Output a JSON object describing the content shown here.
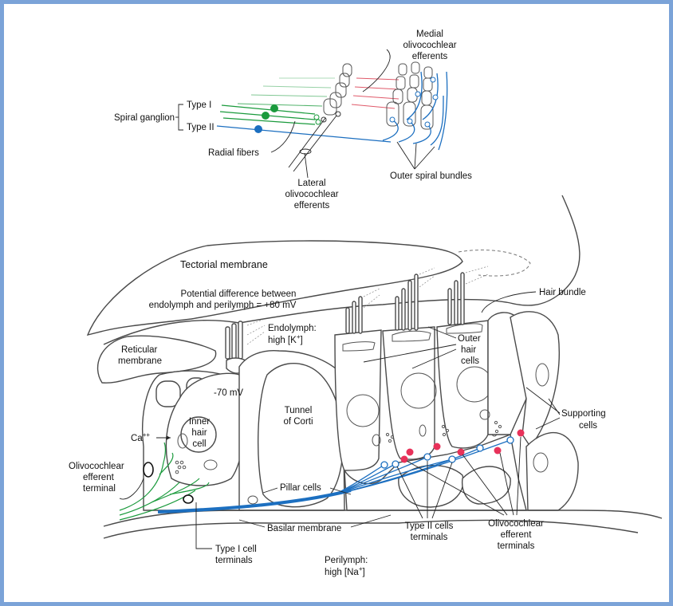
{
  "labels": {
    "medial_olivocochlear_efferents": [
      "Medial",
      "olivocochlear",
      "efferents"
    ],
    "spiral_ganglion": "Spiral ganglion",
    "type_i": "Type I",
    "type_ii": "Type II",
    "radial_fibers": "Radial fibers",
    "lateral_olivocochlear_efferents": [
      "Lateral",
      "olivocochlear",
      "efferents"
    ],
    "outer_spiral_bundles": "Outer spiral bundles",
    "tectorial_membrane": "Tectorial membrane",
    "potential_difference": [
      "Potential difference between",
      "endolymph and perilymph = +80 mV"
    ],
    "hair_bundle": "Hair bundle",
    "endolymph": [
      "Endolymph:",
      "high [K"
    ],
    "endolymph_sup": "+",
    "endolymph_close": "]",
    "reticular_membrane": [
      "Reticular",
      "membrane"
    ],
    "outer_hair_cells": [
      "Outer",
      "hair",
      "cells"
    ],
    "minus_70_mv": "-70 mV",
    "tunnel_of_corti": [
      "Tunnel",
      "of Corti"
    ],
    "inner_hair_cell": [
      "Inner",
      "hair",
      "cell"
    ],
    "calcium": "Ca",
    "calcium_sup": "++",
    "supporting_cells": [
      "Supporting",
      "cells"
    ],
    "olivocochlear_efferent_terminal": [
      "Olivocochlear",
      "efferent",
      "terminal"
    ],
    "pillar_cells": "Pillar cells",
    "basilar_membrane": "Basilar membrane",
    "type_ii_cells_terminals": [
      "Type II cells",
      "terminals"
    ],
    "olivocochlear_efferent_terminals": [
      "Olivocochlear",
      "efferent",
      "terminals"
    ],
    "type_i_cell_terminals": [
      "Type I cell",
      "terminals"
    ],
    "perilymph": [
      "Perilymph:",
      "high [Na"
    ],
    "perilymph_sup": "+",
    "perilymph_close": "]"
  },
  "colors": {
    "frame": "#7ba3d8",
    "type_i_fiber": "#1a9a3c",
    "type_ii_fiber": "#1c6fc0",
    "efferent_terminal": "#e8325a",
    "medial_efferent_line": "#e05a6a",
    "cell_outline": "#4a4a4a"
  }
}
